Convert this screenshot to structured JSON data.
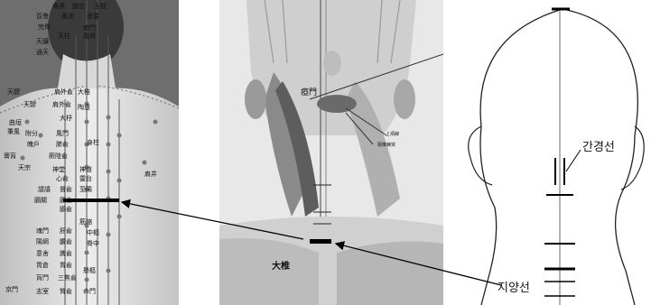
{
  "images": {
    "back_acupoint_chart": {
      "labels": [
        "角孫",
        "腦空",
        "玉枕",
        "百會",
        "通天",
        "風池",
        "承靈",
        "完骨",
        "天柱",
        "風府",
        "瘂門",
        "天牖",
        "天髎",
        "肩外兪",
        "大杼",
        "風門",
        "大椎",
        "陶道",
        "肺兪",
        "附分",
        "身柱",
        "魄戶",
        "厥陰兪",
        "膏肓",
        "心兪",
        "神道",
        "靈台",
        "神堂",
        "至陽",
        "譩譆",
        "督兪",
        "膈兪",
        "膈關",
        "筋縮",
        "中樞",
        "肝兪",
        "脊中",
        "魂門",
        "膽兪",
        "陽綱",
        "脾兪",
        "意舍",
        "胃兪",
        "胃倉",
        "懸樞",
        "三焦兪",
        "肓門",
        "志室",
        "命門",
        "腎兪",
        "京門",
        "天宗",
        "秉風",
        "曲垣",
        "肩中兪",
        "肩井"
      ]
    },
    "neck_dissection_labels": [
      "瘂門",
      "大椎",
      "上項線",
      "頸椎棘突"
    ],
    "head_outline_labels": {
      "top_label": "간경선",
      "bottom_label": "지양선"
    }
  }
}
